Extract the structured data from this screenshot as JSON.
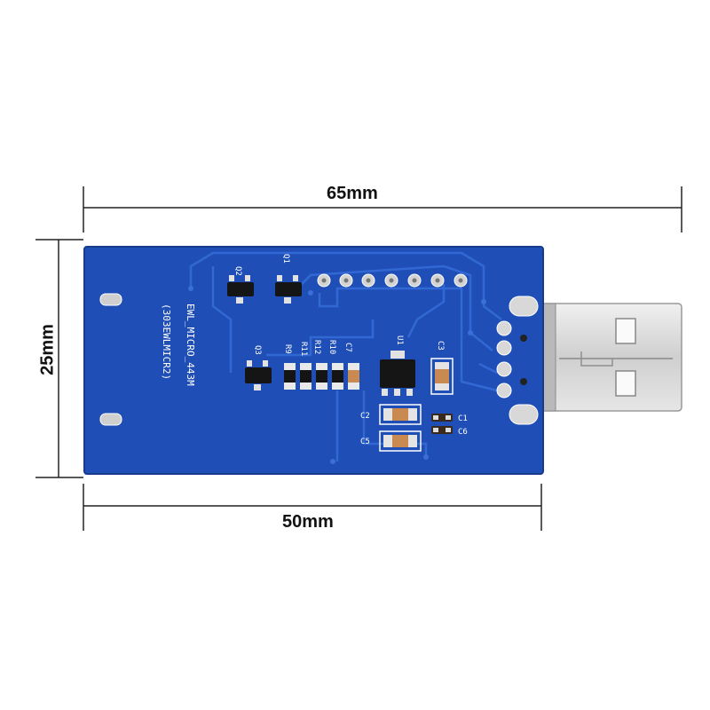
{
  "dimensions": {
    "total_length": "65mm",
    "height": "25mm",
    "board_length": "50mm"
  },
  "silkscreen": {
    "title": "EWL_MICRO_443M",
    "subtitle": "(303EWLMICR2)",
    "q2": "Q2",
    "q1": "Q1",
    "q3": "Q3",
    "r9": "R9",
    "r11": "R11",
    "r12": "R12",
    "r10": "R10",
    "c7": "C7",
    "u1": "U1",
    "c3": "C3",
    "c2": "C2",
    "c5": "C5",
    "c1": "C1",
    "c6": "C6"
  },
  "colors": {
    "pcb": "#1f4fb6",
    "trace": "#2d62cf",
    "silk": "#ffffff",
    "pad": "#c9c9c9",
    "usb": "#d8d8d8"
  }
}
